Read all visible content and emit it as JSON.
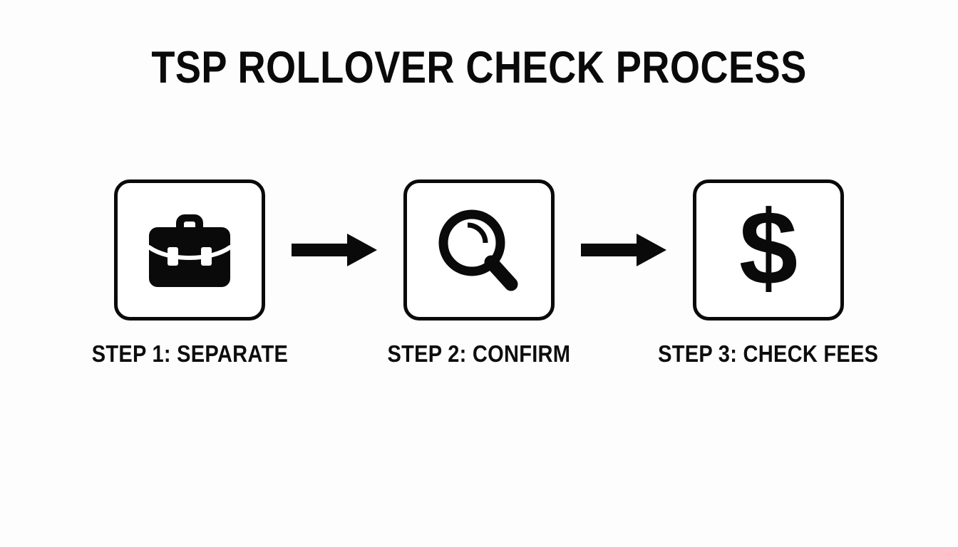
{
  "page": {
    "title": "TSP ROLLOVER CHECK PROCESS",
    "background_color": "#fdfdfe",
    "ink_color": "#0a0a0a"
  },
  "flow": {
    "steps": [
      {
        "icon": "briefcase-icon",
        "label": "STEP 1: SEPARATE"
      },
      {
        "icon": "magnifying-glass-icon",
        "label": "STEP 2: CONFIRM"
      },
      {
        "icon": "dollar-sign-icon",
        "label": "STEP 3: CHECK FEES"
      }
    ],
    "connectors": [
      {
        "icon": "arrow-right-icon"
      },
      {
        "icon": "arrow-right-icon"
      }
    ]
  }
}
